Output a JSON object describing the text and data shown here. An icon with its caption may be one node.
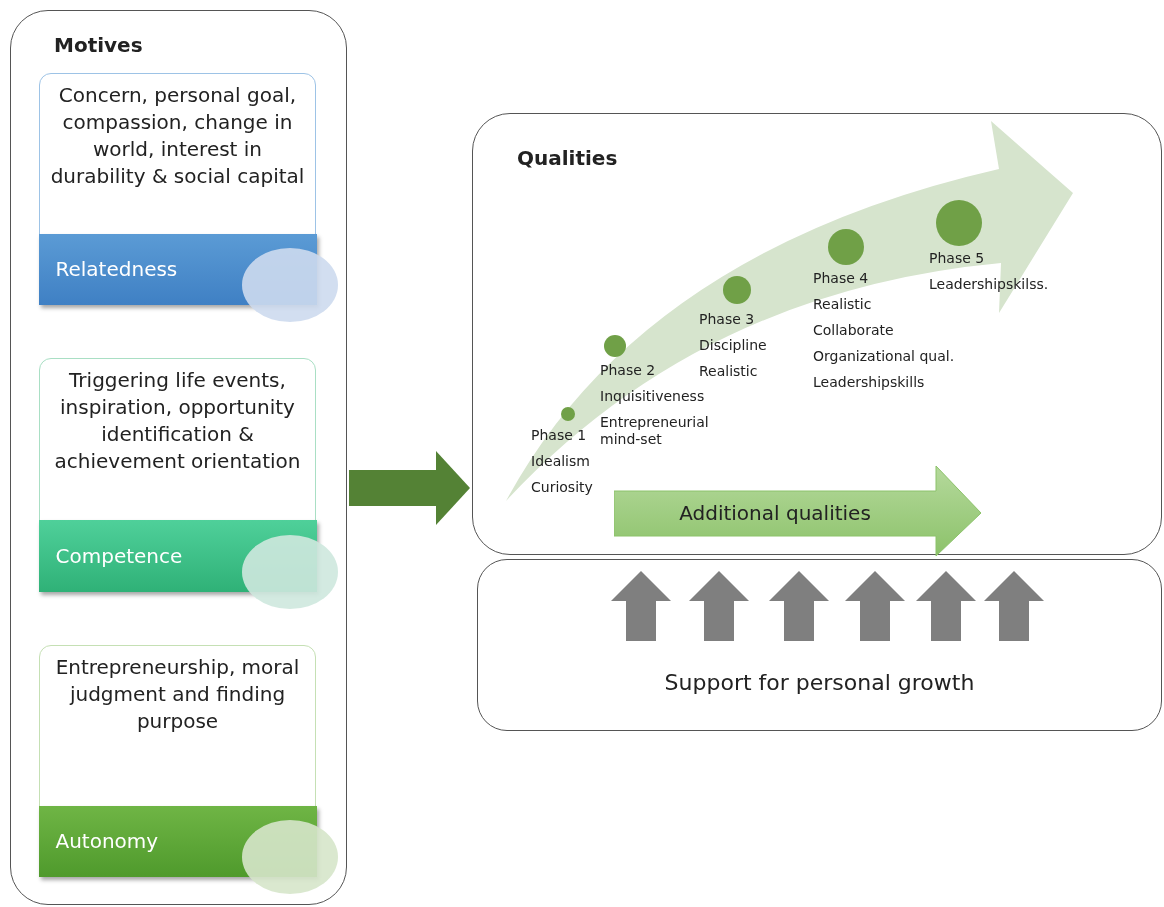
{
  "diagram": {
    "nodes": [
      {
        "text": [
          "Motives"
        ]
      },
      {
        "text": [
          "Concern, personal goal, compassion, change in world, interest in durability & social capital",
          "Relatedness"
        ],
        "in": 0
      },
      {
        "text": [
          "Triggering life events, inspiration, opportunity identification & achievement orientation",
          "Competence"
        ],
        "in": 0
      },
      {
        "text": [
          "Entrepreneurship, moral judgment and finding purpose",
          "Autonomy"
        ],
        "in": 0
      },
      {
        "text": [
          "Qualities"
        ]
      },
      {
        "text": [
          "Additional qualities"
        ],
        "in": 4
      },
      {
        "text": [
          "Support for personal growth"
        ]
      }
    ],
    "edges": [
      {
        "from": 0,
        "to": 4,
        "arrow": "to",
        "color": "#548235"
      }
    ],
    "labels": [
      "Phase 1",
      "Idealism",
      "Curiosity",
      "Phase 2",
      "Inquisitiveness",
      "Entrepreneurial mind-set",
      "Phase 3",
      "Discipline",
      "Realistic",
      "Phase 4",
      "Realistic",
      "Collaborate",
      "Organizational qual.",
      "Leadershipskills",
      "Phase 5",
      "Leadershipskilss."
    ]
  }
}
